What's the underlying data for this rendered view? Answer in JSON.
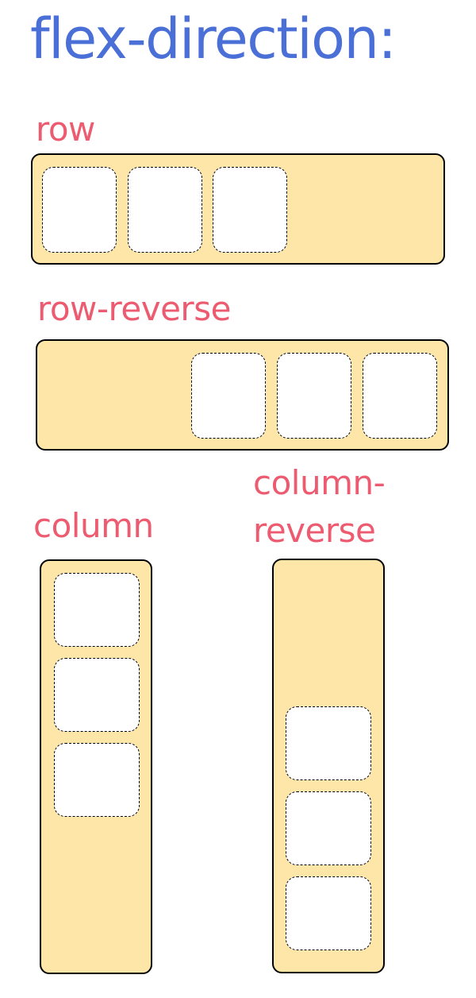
{
  "title": "flex-direction:",
  "colors": {
    "title": "#4a6fd6",
    "label": "#ec5b70",
    "container_fill": "#fee6a9",
    "item_fill": "#ffffff",
    "border": "#000000"
  },
  "examples": [
    {
      "label": "row",
      "direction": "row",
      "item_count": 3
    },
    {
      "label": "row-reverse",
      "direction": "row-reverse",
      "item_count": 3
    },
    {
      "label": "column",
      "direction": "column",
      "item_count": 3
    },
    {
      "label_lines": [
        "column-",
        "reverse"
      ],
      "direction": "column-reverse",
      "item_count": 3
    }
  ]
}
